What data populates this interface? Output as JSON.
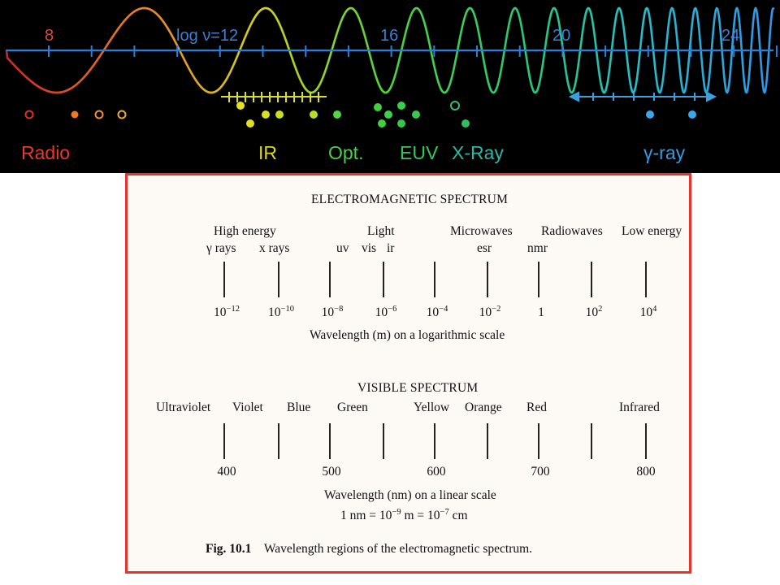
{
  "banner": {
    "colors": {
      "background": "#000000",
      "axis": "#2a7fd8",
      "tick_label": "#2f7fd6"
    },
    "tick_labels": [
      {
        "text": "8",
        "color": "#e0483a"
      },
      {
        "text": "log ν=12",
        "color": "#3a7fd8"
      },
      {
        "text": "16",
        "color": "#3a7fd8"
      },
      {
        "text": "20",
        "color": "#3a7fd8"
      },
      {
        "text": "24",
        "color": "#3a7fd8"
      }
    ],
    "regions": [
      {
        "label": "Radio",
        "color": "#e83a2a"
      },
      {
        "label": "IR",
        "color": "#d8d820"
      },
      {
        "label": "Opt.",
        "color": "#48d048"
      },
      {
        "label": "EUV",
        "color": "#30c858"
      },
      {
        "label": "X-Ray",
        "color": "#2ab8a8"
      },
      {
        "label": "γ-ray",
        "color": "#3a9ae0"
      }
    ]
  },
  "em_spectrum": {
    "title": "ELECTROMAGNETIC SPECTRUM",
    "region_labels": {
      "high_energy": "High energy",
      "light": "Light",
      "microwaves": "Microwaves",
      "radiowaves": "Radiowaves",
      "low_energy": "Low energy"
    },
    "sub_labels": {
      "gamma_rays": "γ rays",
      "x_rays": "x rays",
      "uv": "uv",
      "vis": "vis",
      "ir": "ir",
      "esr": "esr",
      "nmr": "nmr"
    },
    "scale_values": [
      {
        "base": "10",
        "exp": "−12"
      },
      {
        "base": "10",
        "exp": "−10"
      },
      {
        "base": "10",
        "exp": "−8"
      },
      {
        "base": "10",
        "exp": "−6"
      },
      {
        "base": "10",
        "exp": "−4"
      },
      {
        "base": "10",
        "exp": "−2"
      },
      {
        "base": "1",
        "exp": ""
      },
      {
        "base": "10",
        "exp": "2"
      },
      {
        "base": "10",
        "exp": "4"
      }
    ],
    "axis_caption": "Wavelength (m) on a logarithmic scale"
  },
  "visible_spectrum": {
    "title": "VISIBLE SPECTRUM",
    "color_labels": {
      "ultraviolet": "Ultraviolet",
      "violet": "Violet",
      "blue": "Blue",
      "green": "Green",
      "yellow": "Yellow",
      "orange": "Orange",
      "red": "Red",
      "infrared": "Infrared"
    },
    "scale_values": [
      "400",
      "500",
      "600",
      "700",
      "800"
    ],
    "axis_caption": "Wavelength (nm) on a linear scale",
    "conversion": "1 nm  =  10",
    "conversion_exp1": "−9",
    "conversion_mid": " m  =  10",
    "conversion_exp2": "−7",
    "conversion_end": " cm"
  },
  "figure_caption": {
    "number": "Fig. 10.1",
    "text": "Wavelength regions of the electromagnetic spectrum."
  },
  "colors": {
    "frame_border": "#e8332c",
    "paper": "#fdfaf6"
  }
}
